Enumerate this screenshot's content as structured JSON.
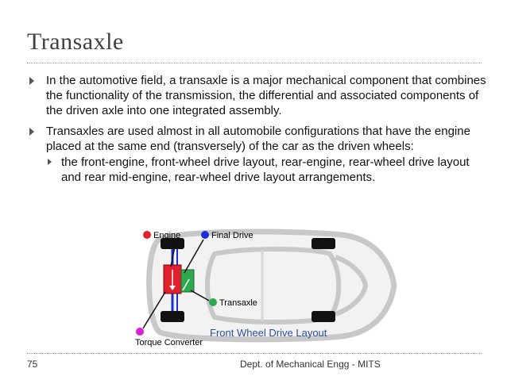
{
  "slide": {
    "title": "Transaxle",
    "bullets": [
      {
        "level": 1,
        "lines": [
          "In the automotive field, a transaxle is a major mechanical component that combines",
          "the functionality of the transmission, the differential and associated components of",
          "the driven axle into one integrated assembly."
        ]
      },
      {
        "level": 1,
        "lines": [
          "Transaxles are used almost in all automobile configurations that have the engine",
          "placed at the same end (transversely) of the car as the driven wheels:"
        ]
      },
      {
        "level": 2,
        "lines": [
          "the front-engine, front-wheel drive layout, rear-engine, rear-wheel drive layout",
          "and rear mid-engine, rear-wheel drive layout arrangements."
        ]
      }
    ]
  },
  "diagram": {
    "labels": {
      "engine": "Engine",
      "final_drive": "Final Drive",
      "transaxle": "Transaxle",
      "torque_converter": "Torque Converter",
      "caption": "Front Wheel Drive Layout"
    },
    "colors": {
      "engine": "#e0202c",
      "final_drive": "#1a2fd6",
      "transaxle": "#2fa84f",
      "torque_converter": "#d61fd6",
      "caption": "#2a4fa0"
    }
  },
  "footer": {
    "page_number": "75",
    "department": "Dept. of Mechanical Engg - MITS"
  }
}
